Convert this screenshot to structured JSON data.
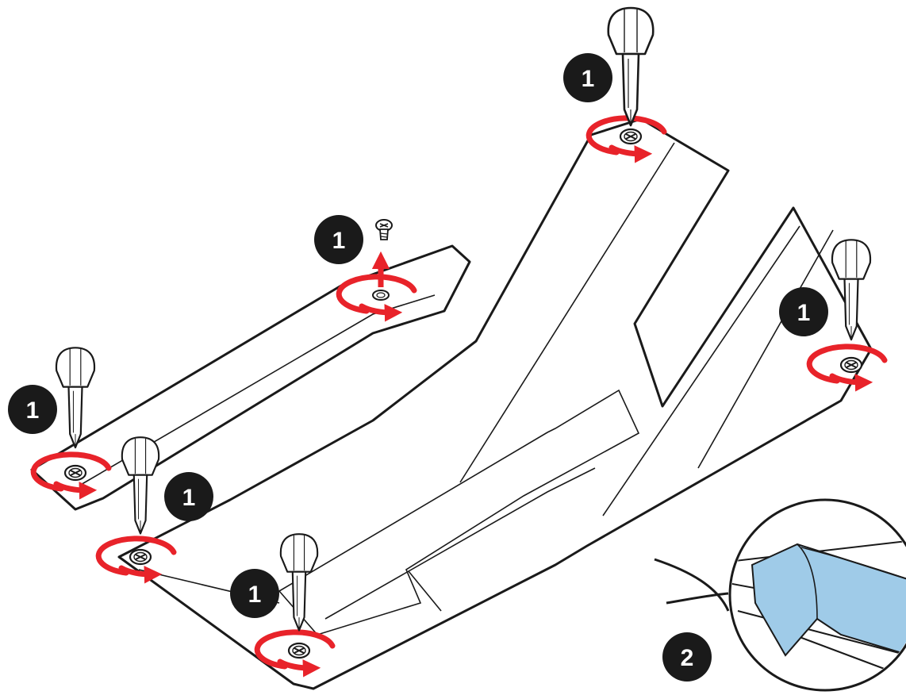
{
  "diagram": {
    "title": "",
    "steps": [
      {
        "label": "1"
      },
      {
        "label": "1"
      },
      {
        "label": "1"
      },
      {
        "label": "1"
      },
      {
        "label": "1"
      },
      {
        "label": "1"
      },
      {
        "label": "2"
      }
    ]
  },
  "colors": {
    "arrow_red": "#e8232a",
    "badge_fill": "#1a1a1a",
    "tape_blue": "#9fcbe8",
    "outline": "#1a1a1a"
  },
  "icons": [
    "screwdriver-icon",
    "screw-icon",
    "rotate-arrow-icon",
    "lift-arrow-icon",
    "magnifier-callout-icon"
  ]
}
